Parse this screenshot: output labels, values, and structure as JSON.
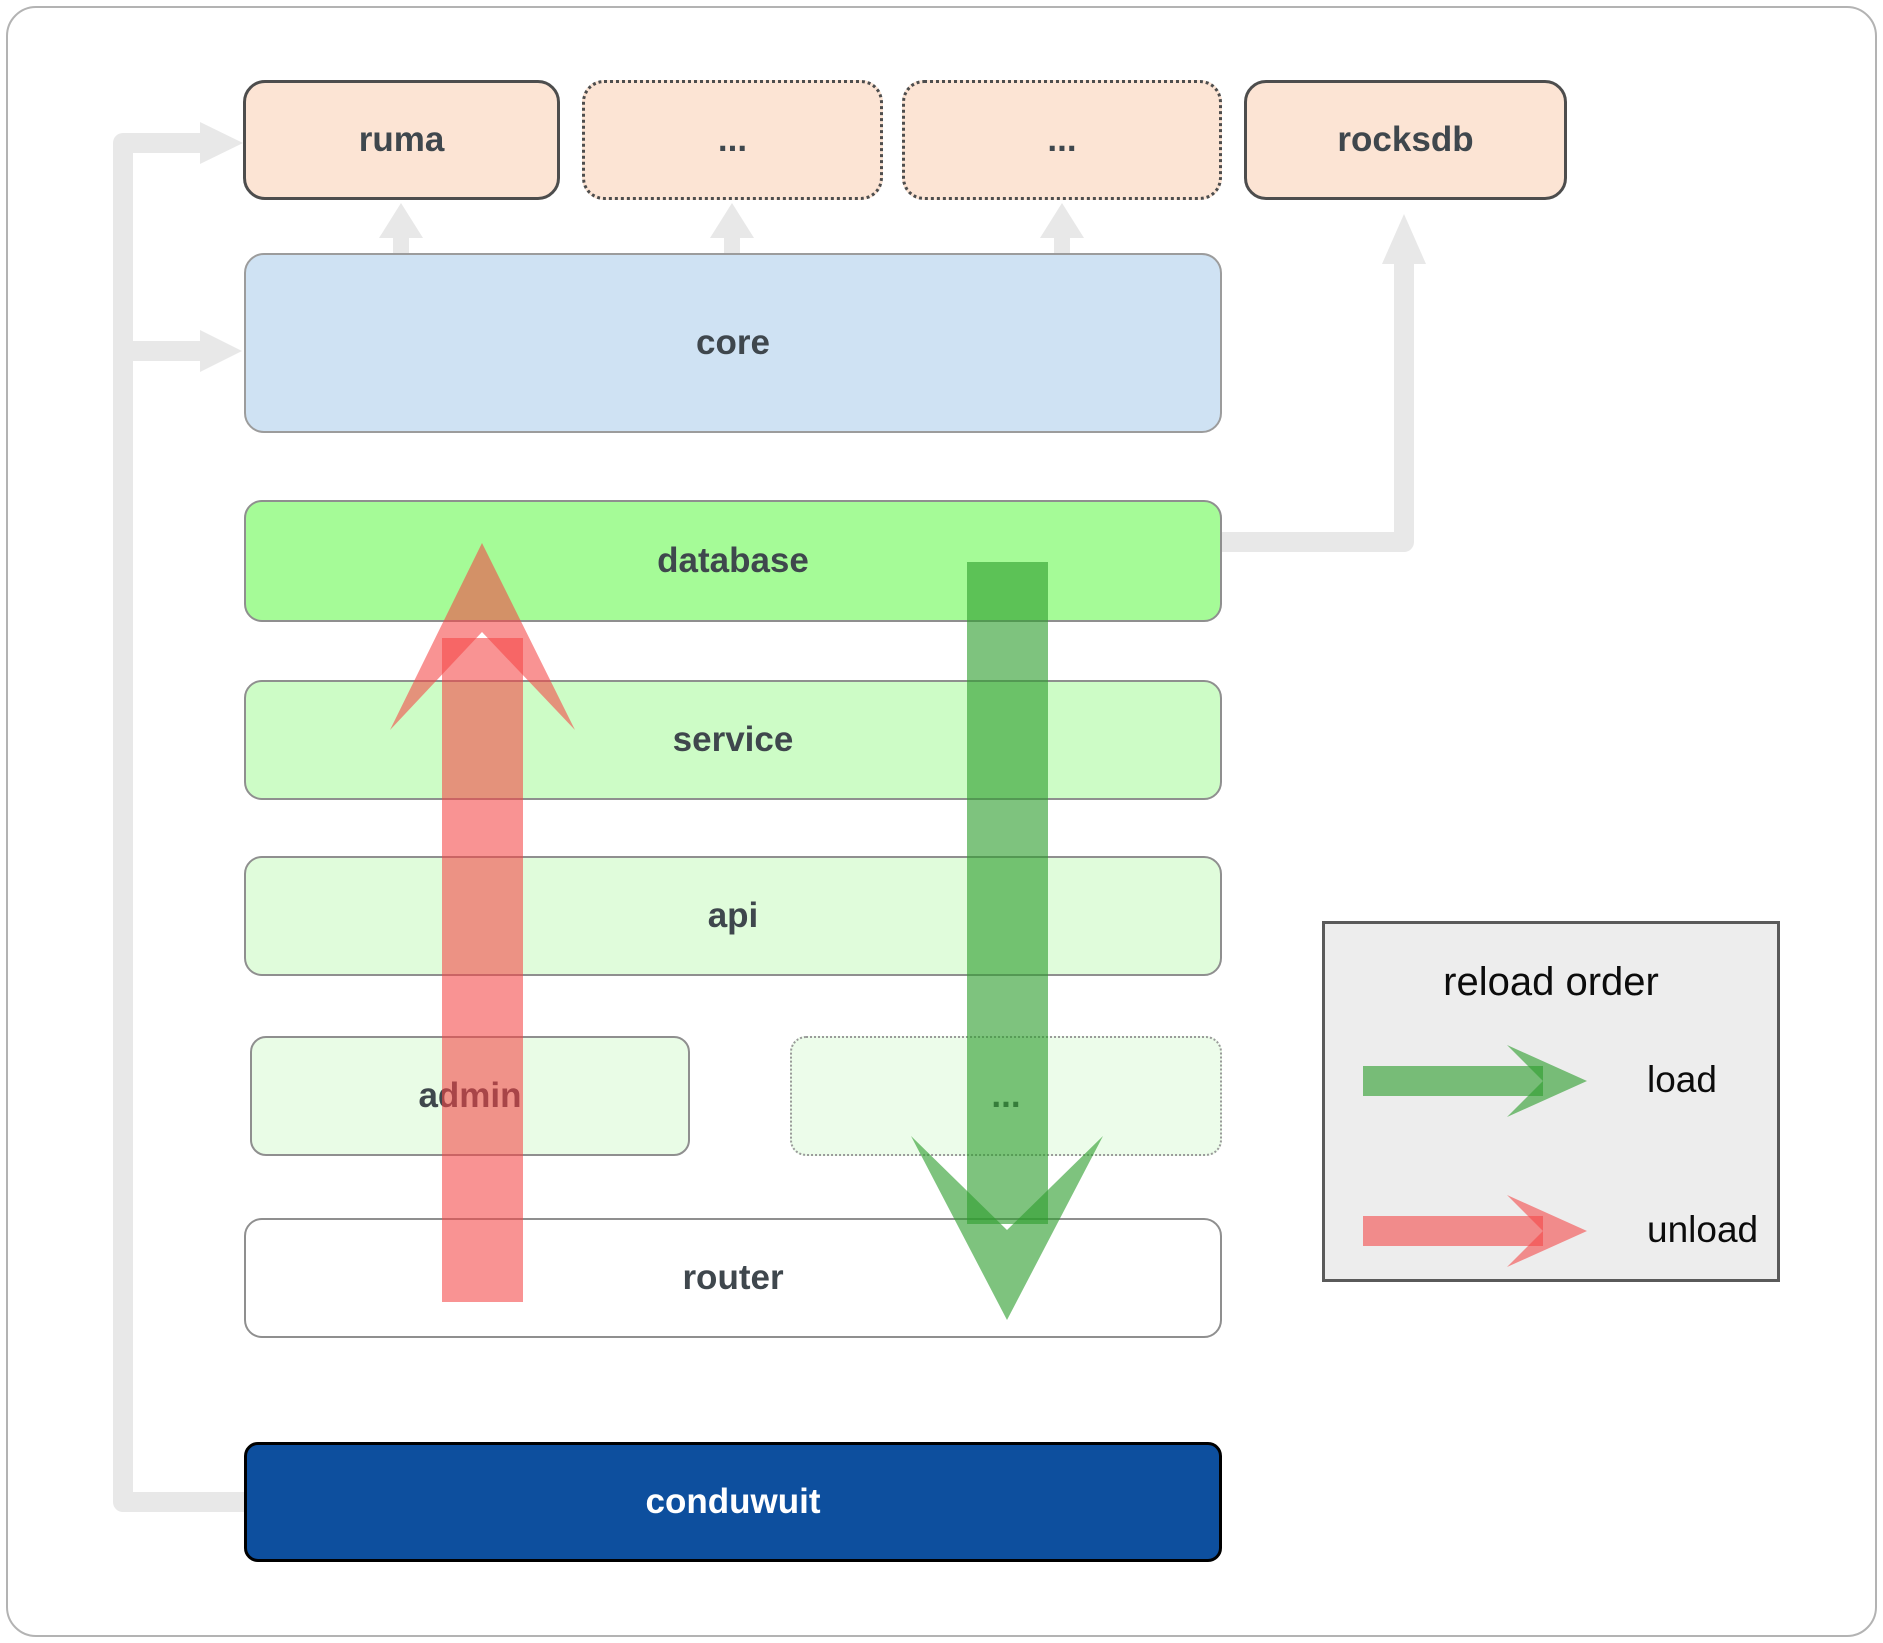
{
  "boxes": {
    "ruma": "ruma",
    "top_ellipsis_1": "...",
    "top_ellipsis_2": "...",
    "rocksdb": "rocksdb",
    "core": "core",
    "database": "database",
    "service": "service",
    "api": "api",
    "admin": "admin",
    "mid_ellipsis": "...",
    "router": "router",
    "conduwuit": "conduwuit"
  },
  "legend": {
    "title": "reload order",
    "load_label": "load",
    "unload_label": "unload"
  },
  "colors": {
    "top_box_fill": "#fce4d4",
    "core_fill": "#cfe2f3",
    "database_fill": "#a5fb97",
    "service_fill": "#cdfcc6",
    "api_fill": "#e0fcdb",
    "admin_fill": "#e9fce6",
    "mid_box_fill": "#ecfcea",
    "router_fill": "#ffffff",
    "conduwuit_fill": "#0d4f9e",
    "conduwuit_text": "#ffffff",
    "load_arrow": "#2f9e2f",
    "unload_arrow": "#f54545",
    "connector_gray": "#e8e8e8",
    "legend_bg": "#ededed",
    "label_text": "#3f474d"
  }
}
